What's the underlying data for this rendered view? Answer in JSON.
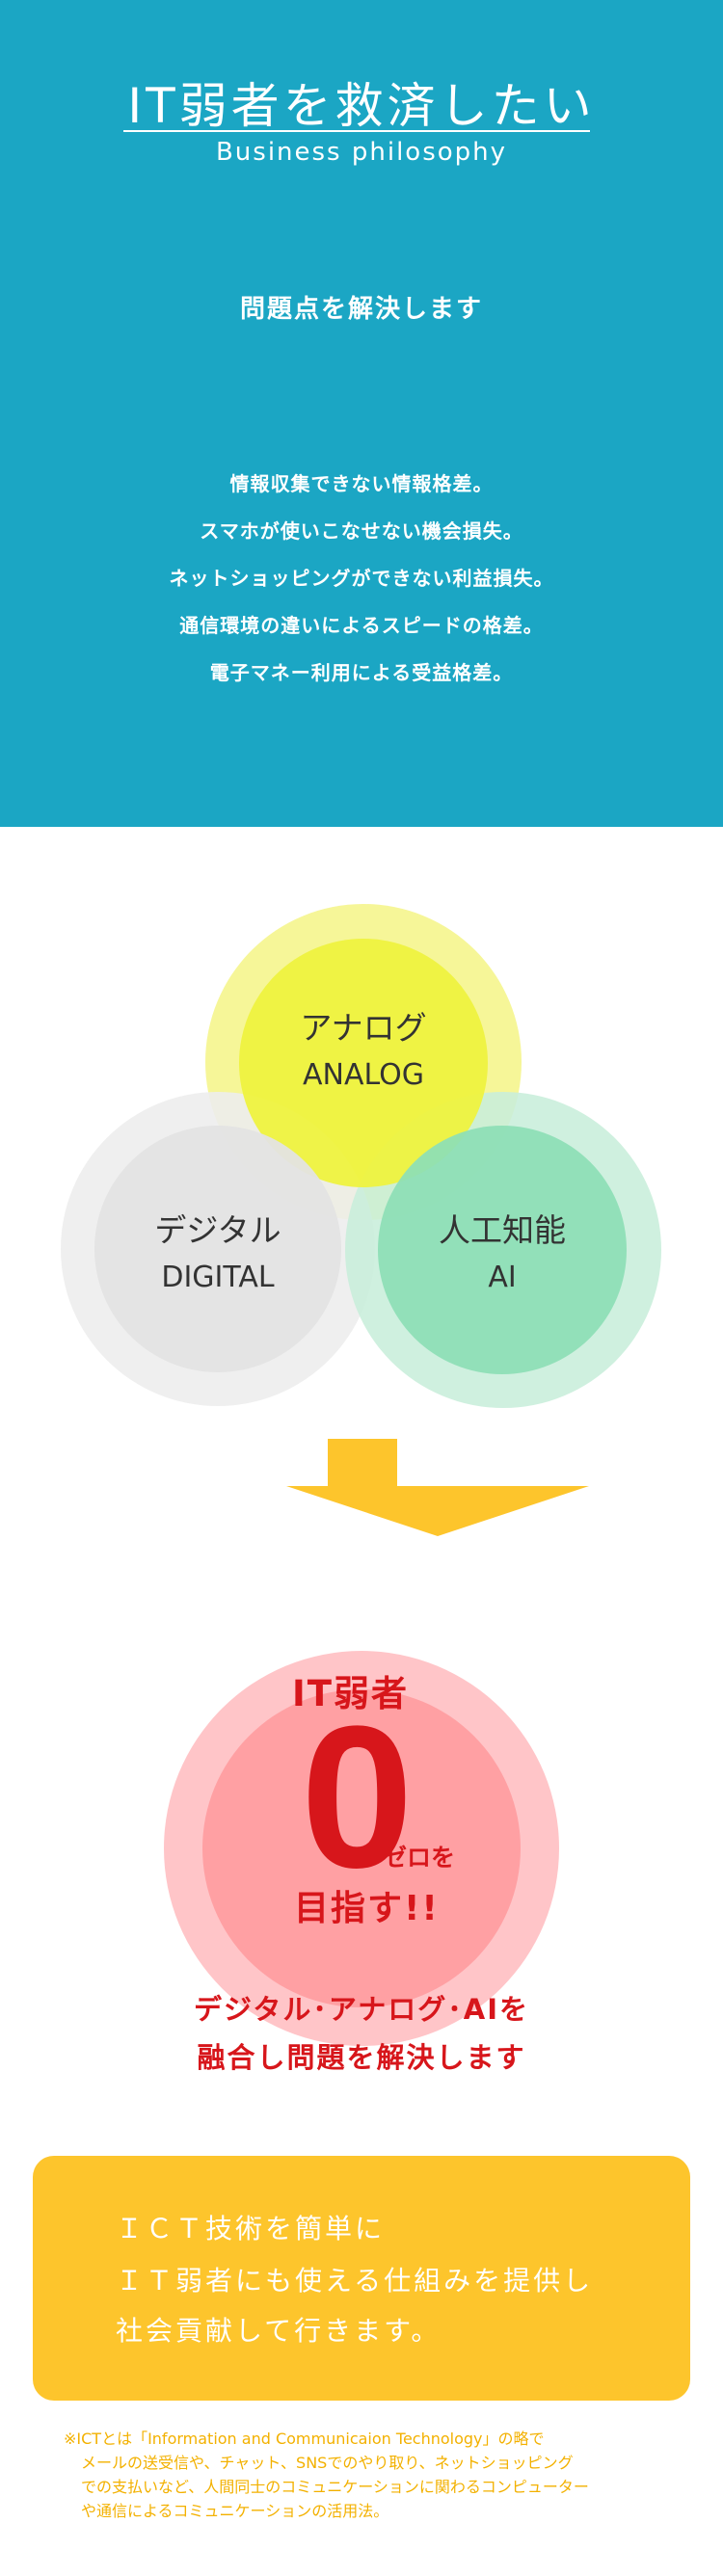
{
  "hero": {
    "title": "IT弱者を救済したい",
    "subtitle": "Business philosophy",
    "lead": "問題点を解決します",
    "issues": [
      "情報収集できない情報格差。",
      "スマホが使いこなせない機会損失。",
      "ネットショッピングができない利益損失。",
      "通信環境の違いによるスピードの格差。",
      "電子マネー利用による受益格差。"
    ]
  },
  "venn": {
    "analog": {
      "ja": "アナログ",
      "en": "ANALOG"
    },
    "digital": {
      "ja": "デジタル",
      "en": "DIGITAL"
    },
    "ai": {
      "ja": "人工知能",
      "en": "AI"
    }
  },
  "zero": {
    "top": "IT弱者",
    "big": "0",
    "small": "ゼロを",
    "bottom": "目指す!!"
  },
  "tagline": [
    "デジタル･アナログ･AIを",
    "融合し問題を解決します"
  ],
  "mission": [
    "ＩＣＴ技術を簡単に",
    "ＩＴ弱者にも使える仕組みを提供し",
    "社会貢献して行きます。"
  ],
  "note": [
    "※ICTとは「Information and Communicaion Technology」の略で",
    "メールの送受信や、チャット、SNSでのやり取り、ネットショッピング",
    "での支払いなど、人間同士のコミュニケーションに関わるコンピューター",
    "や通信によるコミュニケーションの活用法。"
  ],
  "colors": {
    "teal": "#1ba6c4",
    "yellow_accent": "#fdc52c",
    "red_text": "#d7161b",
    "analog_outer": "#f5f58f",
    "analog_inner": "#eef23f",
    "digital_outer": "#ededed",
    "digital_inner": "#e3e3e3",
    "ai_outer": "#c8eedb",
    "ai_inner": "#8ddfb6",
    "zero_outer": "#ffc5c8",
    "zero_inner": "#ffa0a3"
  }
}
